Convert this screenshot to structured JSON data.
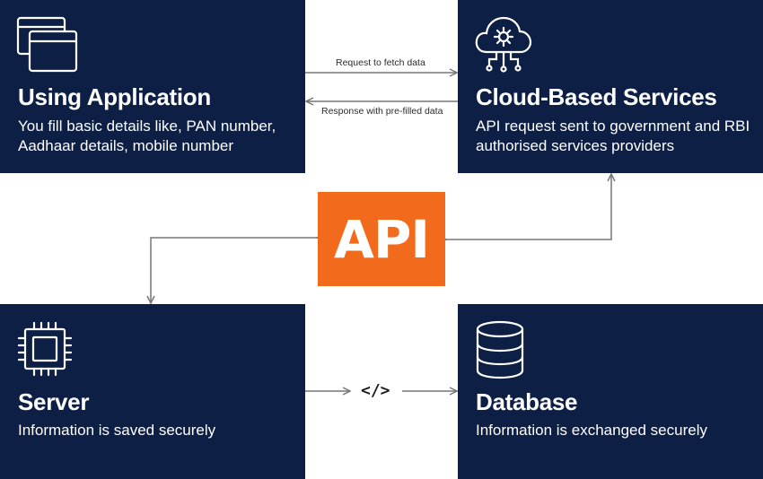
{
  "colors": {
    "panel_bg": "#0d1f45",
    "api_bg": "#f26a1b",
    "connector": "#777777",
    "text_light": "#ffffff"
  },
  "panels": {
    "application": {
      "icon": "browser-windows-icon",
      "title": "Using Application",
      "description": "You fill basic details like, PAN number, Aadhaar details, mobile number"
    },
    "cloud": {
      "icon": "cloud-gear-icon",
      "title": "Cloud-Based Services",
      "description": "API request sent to government and RBI authorised services providers"
    },
    "server": {
      "icon": "cpu-chip-icon",
      "title": "Server",
      "description": "Information is saved securely"
    },
    "database": {
      "icon": "database-icon",
      "title": "Database",
      "description": "Information is exchanged securely"
    }
  },
  "center": {
    "label": "API"
  },
  "flows": {
    "request_label": "Request to fetch data",
    "response_label": "Response with pre-filled data",
    "code_glyph": "</>"
  }
}
